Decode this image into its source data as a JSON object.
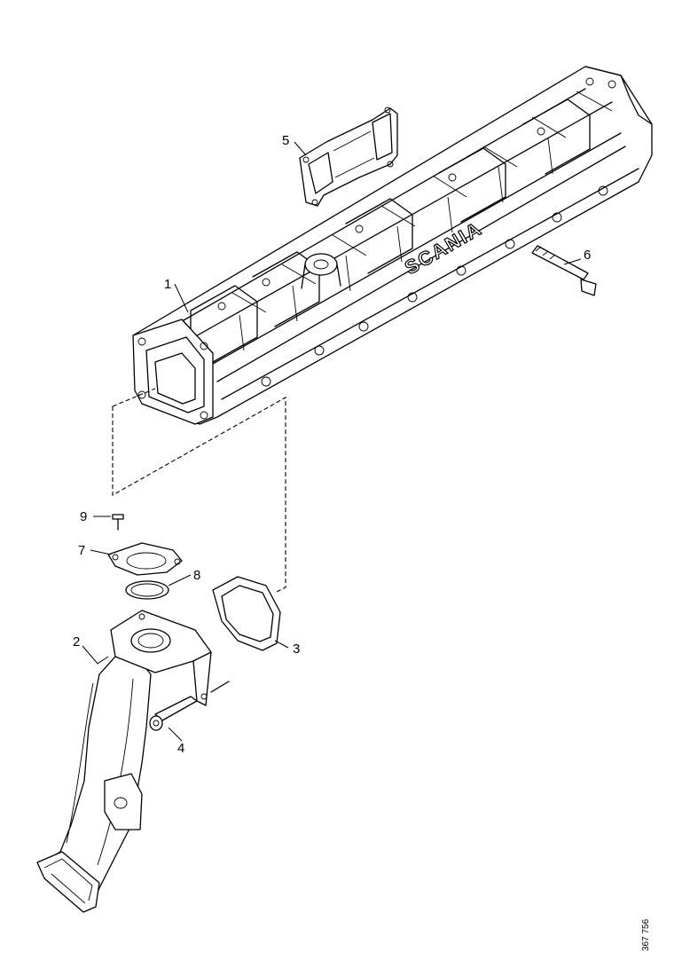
{
  "diagram": {
    "callouts": [
      "1",
      "2",
      "3",
      "4",
      "5",
      "6",
      "7",
      "8",
      "9"
    ],
    "brand_logo": "SCANIA",
    "reference_number": "367 756"
  }
}
